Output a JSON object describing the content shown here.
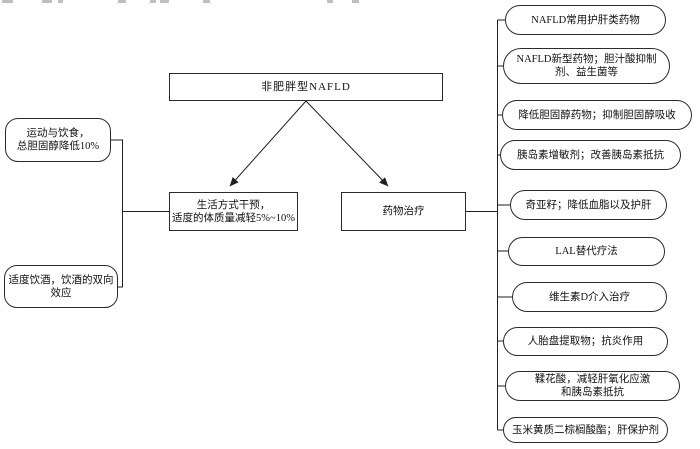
{
  "figure": {
    "root_label": "非肥胖型NAFLD",
    "lifestyle_branch": {
      "title_line1": "生活方式干预，",
      "title_line2": "适度的体质量减轻5%~10%",
      "items": [
        {
          "line1": "运动与饮食，",
          "line2": "总胆固醇降低10%"
        },
        {
          "line1": "适度饮酒，饮酒的双向",
          "line2": "效应"
        }
      ]
    },
    "drug_branch": {
      "title": "药物治疗",
      "items": [
        "NAFLD常用护肝类药物",
        "NAFLD新型药物；胆汁酸抑制剂、益生菌等",
        "降低胆固醇药物；抑制胆固醇吸收",
        "胰岛素增敏剂；改善胰岛素抵抗",
        "奇亚籽；降低血脂以及护肝",
        "LAL替代疗法",
        "维生素D介入治疗",
        "人胎盘提取物；抗炎作用",
        "鞣花酸，减轻肝氧化应激和胰岛素抵抗",
        "玉米黄质二棕榈酸酯；肝保护剂"
      ]
    },
    "line_color": "#1f1f1f"
  }
}
